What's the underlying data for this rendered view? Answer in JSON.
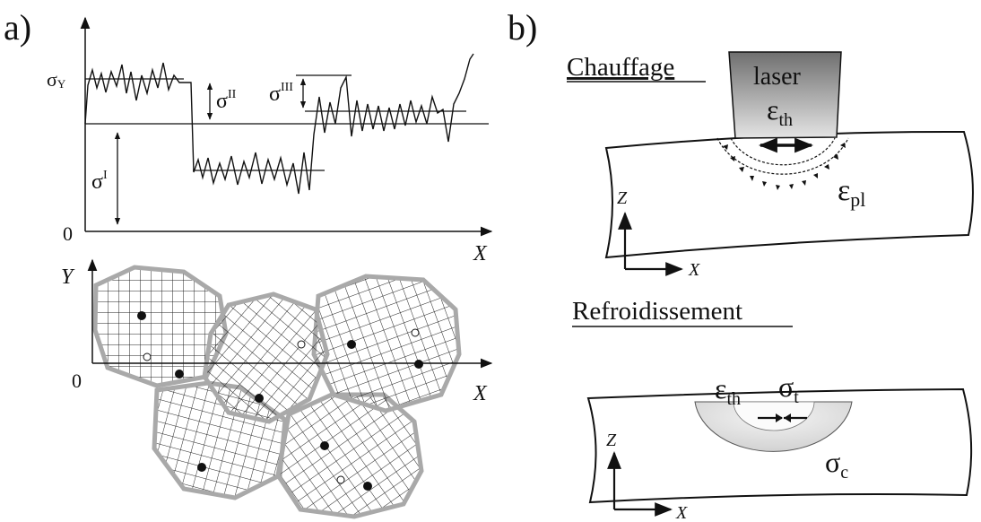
{
  "panel_a": {
    "label": "a)",
    "graph": {
      "sigma_y": "σ",
      "sigma_y_sub": "Y",
      "sigma_i": "σ",
      "sigma_i_sup": "I",
      "sigma_ii": "σ",
      "sigma_ii_sup": "II",
      "sigma_iii": "σ",
      "sigma_iii_sup": "III",
      "origin": "0",
      "x_axis": "X"
    },
    "grains": {
      "y_axis": "Y",
      "origin": "0",
      "x_axis": "X"
    }
  },
  "panel_b": {
    "label": "b)",
    "heating": {
      "title": "Chauffage",
      "laser": "laser",
      "eps_th": "ε",
      "eps_th_sub": "th",
      "eps_pl": "ε",
      "eps_pl_sub": "pl",
      "axis_z": "Z",
      "axis_x": "X"
    },
    "cooling": {
      "title": "Refroidissement",
      "eps_th": "ε",
      "eps_th_sub": "th",
      "sigma_t": "σ",
      "sigma_t_sub": "t",
      "sigma_c": "σ",
      "sigma_c_sub": "c",
      "axis_z": "Z",
      "axis_x": "X"
    }
  },
  "colors": {
    "ink": "#111111",
    "grain_border": "#a9a9a9",
    "laser_top": "#6f6f6f",
    "laser_bottom": "#e4e4e4",
    "compression_zone": "#d9d9d9"
  }
}
